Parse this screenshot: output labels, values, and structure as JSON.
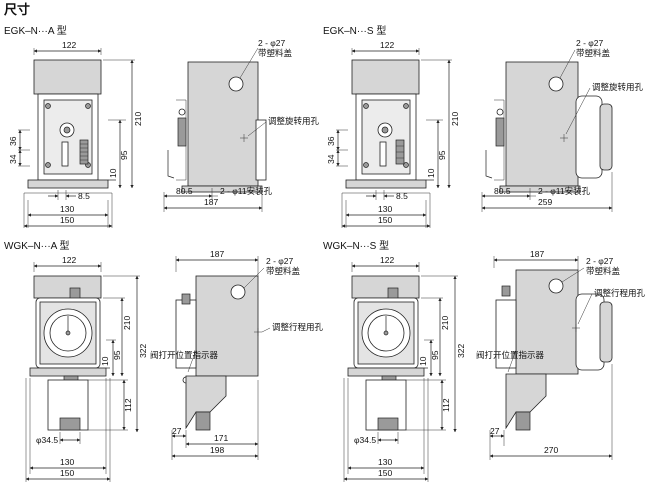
{
  "heading": "尺寸",
  "panels": {
    "egk_a": {
      "title": "EGK–N···A 型",
      "front": {
        "w_top": "122",
        "h_total": "210",
        "h_36": "36",
        "h_34": "34",
        "h_95": "95",
        "h_10": "10",
        "d_8_5": "8.5",
        "w_130": "130",
        "w_150": "150"
      },
      "side": {
        "cap_line1": "2 - φ27",
        "cap_line2": "带塑料盖",
        "adjust": "调整旋转用孔",
        "d_80_5": "80.5",
        "holes": "2 - φ11安装孔",
        "w_187": "187"
      }
    },
    "egk_s": {
      "title": "EGK–N···S 型",
      "front": {
        "w_top": "122",
        "h_total": "210",
        "h_36": "36",
        "h_34": "34",
        "h_95": "95",
        "h_10": "10",
        "d_8_5": "8.5",
        "w_130": "130",
        "w_150": "150"
      },
      "side": {
        "cap_line1": "2 - φ27",
        "cap_line2": "带塑料盖",
        "adjust": "调整旋转用孔",
        "d_80_5": "80.5",
        "holes": "2 - φ11安装孔",
        "w_259": "259"
      }
    },
    "wgk_a": {
      "title": "WGK–N···A 型",
      "front": {
        "w_top": "122",
        "h_210": "210",
        "h_322": "322",
        "h_95": "95",
        "h_10": "10",
        "h_112": "112",
        "d_34_5": "φ34.5",
        "w_130": "130",
        "w_150": "150"
      },
      "side": {
        "w_top": "187",
        "cap_line1": "2 - φ27",
        "cap_line2": "带塑料盖",
        "adjust": "调整行程用孔",
        "indicator": "阀打开位置指示器",
        "d_27": "27",
        "d_171": "171",
        "w_198": "198"
      }
    },
    "wgk_s": {
      "title": "WGK–N···S 型",
      "front": {
        "w_top": "122",
        "h_210": "210",
        "h_322": "322",
        "h_95": "95",
        "h_10": "10",
        "h_112": "112",
        "d_34_5": "φ34.5",
        "w_130": "130",
        "w_150": "150"
      },
      "side": {
        "w_top": "187",
        "cap_line1": "2 - φ27",
        "cap_line2": "带塑料盖",
        "adjust": "调整行程用孔",
        "indicator": "阀打开位置指示器",
        "d_27": "27",
        "w_270": "270"
      }
    }
  }
}
